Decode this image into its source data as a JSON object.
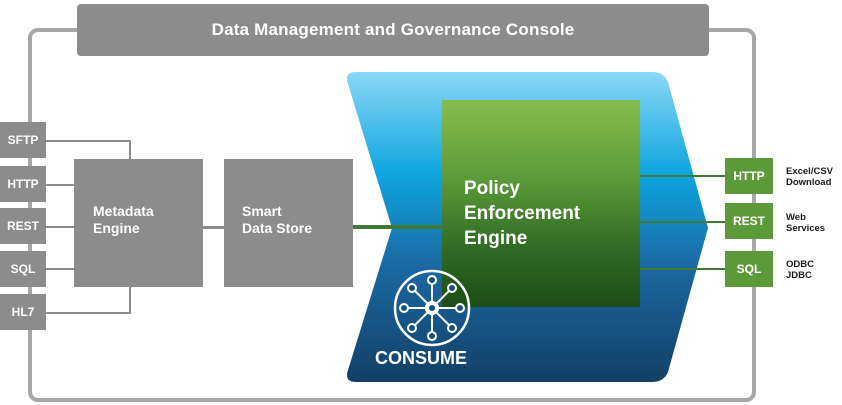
{
  "console": {
    "title": "Data Management and Governance Console"
  },
  "inputs": [
    "SFTP",
    "HTTP",
    "REST",
    "SQL",
    "HL7"
  ],
  "metadata_engine": {
    "label": "Metadata\nEngine"
  },
  "smart_data_store": {
    "label": "Smart\nData Store"
  },
  "policy_engine": {
    "label": "Policy\nEnforcement\nEngine"
  },
  "consume": {
    "label": "CONSUME",
    "icon": "network-hub-icon"
  },
  "outputs": [
    {
      "box": "HTTP",
      "description": "Excel/CSV\nDownload"
    },
    {
      "box": "REST",
      "description": "Web\nServices"
    },
    {
      "box": "SQL",
      "description": "ODBC\nJDBC"
    }
  ],
  "colors": {
    "grey": "#8c8c8c",
    "green": "#5c9a39",
    "blue_light": "#7fd4f4",
    "blue_dark": "#124e7a"
  }
}
